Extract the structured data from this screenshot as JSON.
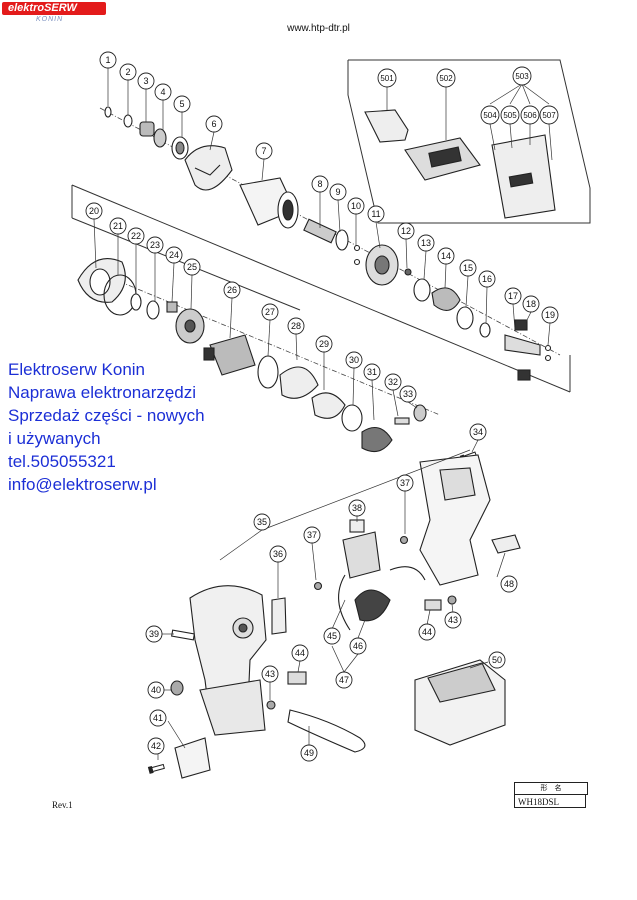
{
  "header": {
    "logo_main": "elektroSERW",
    "logo_sub": "KONIN",
    "url": "www.htp-dtr.pl"
  },
  "promo": {
    "lines": [
      "Elektroserw Konin",
      "Naprawa elektronarzędzi",
      "Sprzedaż części - nowych",
      "i używanych",
      "tel.505055321",
      "info@elektroserw.pl"
    ],
    "color": "#1c2fd6"
  },
  "parts": [
    "1",
    "2",
    "3",
    "4",
    "5",
    "6",
    "7",
    "8",
    "9",
    "10",
    "11",
    "12",
    "13",
    "14",
    "15",
    "16",
    "17",
    "18",
    "19",
    "20",
    "21",
    "22",
    "23",
    "24",
    "25",
    "26",
    "27",
    "28",
    "29",
    "30",
    "31",
    "32",
    "33",
    "34",
    "35",
    "36",
    "37",
    "38",
    "39",
    "40",
    "41",
    "42",
    "43",
    "44",
    "45",
    "46",
    "47",
    "48",
    "49",
    "50"
  ],
  "accessory_parts": [
    "501",
    "502",
    "503",
    "504",
    "505",
    "506",
    "507"
  ],
  "footer": {
    "revision": "Rev.1",
    "title_header": "形　名",
    "model": "WH18DSL"
  }
}
